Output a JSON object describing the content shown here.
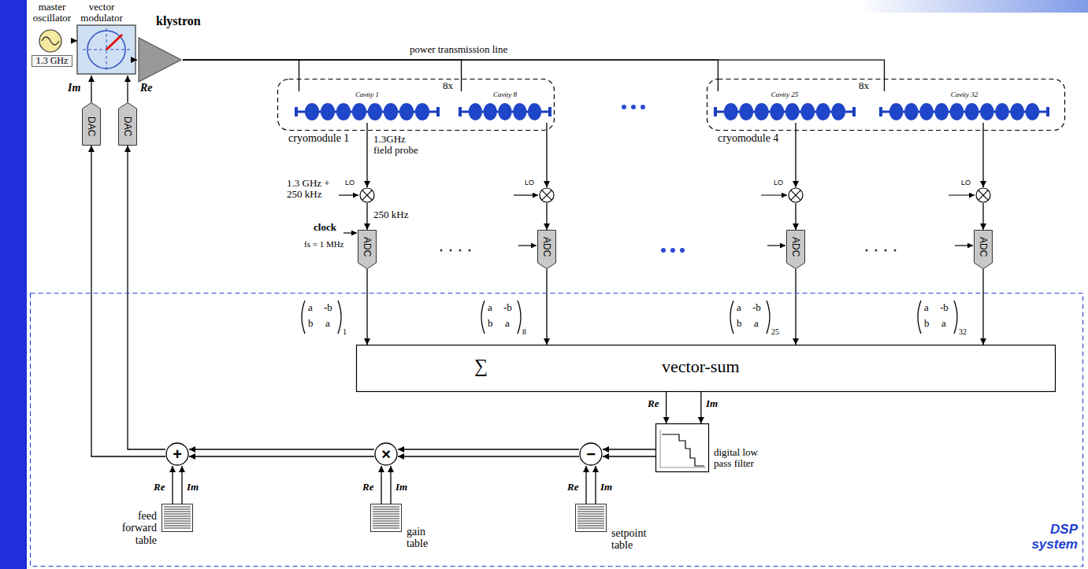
{
  "diagram": {
    "nodes": [
      {
        "text": [
          "master oscillator",
          "1.3 GHz"
        ]
      },
      {
        "text": [
          "vector modulator"
        ]
      },
      {
        "text": [
          "klystron"
        ]
      },
      {
        "text": [
          "DAC"
        ]
      },
      {
        "text": [
          "DAC"
        ]
      },
      {
        "text": [
          "cryomodule 1"
        ]
      },
      {
        "text": [
          "Cavity 1"
        ],
        "in": 5
      },
      {
        "text": [
          "Cavity 8"
        ],
        "in": 5
      },
      {
        "text": [
          "cryomodule 4"
        ]
      },
      {
        "text": [
          "Cavity 25"
        ],
        "in": 8
      },
      {
        "text": [
          "Cavity 32"
        ],
        "in": 8
      },
      {
        "text": [
          "LO"
        ]
      },
      {
        "text": [
          "LO"
        ]
      },
      {
        "text": [
          "LO"
        ]
      },
      {
        "text": [
          "LO"
        ]
      },
      {
        "text": [
          "ADC"
        ]
      },
      {
        "text": [
          "ADC"
        ]
      },
      {
        "text": [
          "ADC"
        ]
      },
      {
        "text": [
          "ADC"
        ]
      },
      {
        "text": [
          "DSP system"
        ]
      },
      {
        "text": [
          "∑",
          "vector-sum"
        ],
        "in": 19
      },
      {
        "text": [
          "digital low pass filter"
        ],
        "in": 19
      },
      {
        "text": [
          "−"
        ],
        "in": 19
      },
      {
        "text": [
          "×"
        ],
        "in": 19
      },
      {
        "text": [
          "+"
        ],
        "in": 19
      },
      {
        "text": [
          "setpoint table"
        ],
        "in": 19
      },
      {
        "text": [
          "gain table"
        ],
        "in": 19
      },
      {
        "text": [
          "feed forward table"
        ],
        "in": 19
      }
    ],
    "edges": [
      {
        "from": 0,
        "to": 1,
        "arrow": "to"
      },
      {
        "from": 1,
        "to": 2,
        "arrow": "to"
      },
      {
        "from": 2,
        "to": 6,
        "arrow": "none"
      },
      {
        "from": 2,
        "to": 7,
        "arrow": "none"
      },
      {
        "from": 2,
        "to": 9,
        "arrow": "none"
      },
      {
        "from": 2,
        "to": 10,
        "arrow": "none"
      },
      {
        "from": 6,
        "to": 11,
        "arrow": "to"
      },
      {
        "from": 7,
        "to": 12,
        "arrow": "to"
      },
      {
        "from": 9,
        "to": 13,
        "arrow": "to"
      },
      {
        "from": 10,
        "to": 14,
        "arrow": "to"
      },
      {
        "from": 11,
        "to": 15,
        "arrow": "to"
      },
      {
        "from": 12,
        "to": 16,
        "arrow": "to"
      },
      {
        "from": 13,
        "to": 17,
        "arrow": "to"
      },
      {
        "from": 14,
        "to": 18,
        "arrow": "to"
      },
      {
        "from": 15,
        "to": 20,
        "arrow": "to"
      },
      {
        "from": 16,
        "to": 20,
        "arrow": "to"
      },
      {
        "from": 17,
        "to": 20,
        "arrow": "to"
      },
      {
        "from": 18,
        "to": 20,
        "arrow": "to"
      },
      {
        "from": 20,
        "to": 21,
        "arrow": "to"
      },
      {
        "from": 20,
        "to": 21,
        "arrow": "to"
      },
      {
        "from": 21,
        "to": 22,
        "arrow": "to"
      },
      {
        "from": 21,
        "to": 22,
        "arrow": "to"
      },
      {
        "from": 22,
        "to": 23,
        "arrow": "to"
      },
      {
        "from": 22,
        "to": 23,
        "arrow": "to"
      },
      {
        "from": 23,
        "to": 24,
        "arrow": "to"
      },
      {
        "from": 23,
        "to": 24,
        "arrow": "to"
      },
      {
        "from": 24,
        "to": 4,
        "arrow": "to"
      },
      {
        "from": 24,
        "to": 3,
        "arrow": "to"
      },
      {
        "from": 4,
        "to": 1,
        "arrow": "to"
      },
      {
        "from": 3,
        "to": 1,
        "arrow": "to"
      },
      {
        "from": 25,
        "to": 22,
        "arrow": "to"
      },
      {
        "from": 25,
        "to": 22,
        "arrow": "to"
      },
      {
        "from": 26,
        "to": 23,
        "arrow": "to"
      },
      {
        "from": 26,
        "to": 23,
        "arrow": "to"
      },
      {
        "from": 27,
        "to": 24,
        "arrow": "to"
      },
      {
        "from": 27,
        "to": 24,
        "arrow": "to"
      }
    ],
    "labels": [
      "power transmission line",
      "8x",
      "8x",
      "1.3GHz field probe",
      "1.3 GHz + 250 kHz",
      "250 kHz",
      "clock",
      "fs = 1 MHz",
      "Im",
      "Re",
      "a",
      "-b",
      "b",
      "a",
      "1",
      "a",
      "-b",
      "b",
      "a",
      "8",
      "a",
      "-b",
      "b",
      "a",
      "25",
      "a",
      "-b",
      "b",
      "a",
      "32",
      "Re",
      "Im",
      "Re",
      "Im",
      "Re",
      "Im",
      "Re",
      "Im"
    ]
  }
}
